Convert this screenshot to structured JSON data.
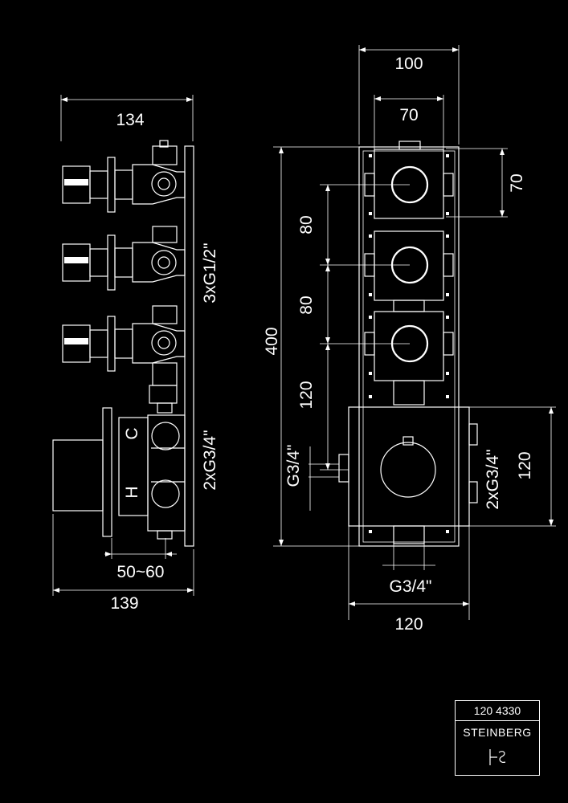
{
  "dimensions": {
    "side_width_top": "134",
    "side_width_bottom": "139",
    "projection": "50~60",
    "thread_outlets": "3xG1/2\"",
    "thread_inlets": "2xG3/4\"",
    "front_width_outer": "100",
    "front_width_inner": "70",
    "front_height_small": "70",
    "height_total": "400",
    "spacing_1": "80",
    "spacing_2": "80",
    "spacing_3": "120",
    "inlet_left": "G3/4\"",
    "inlet_right": "2xG3/4\"",
    "bottom_thread": "G3/4\"",
    "body_width": "120",
    "body_height": "120"
  },
  "labels": {
    "cold": "C",
    "hot": "H"
  },
  "title_block": {
    "code": "120 4330",
    "brand": "STEINBERG"
  },
  "colors": {
    "background": "#000000",
    "lines": "#ffffff"
  }
}
